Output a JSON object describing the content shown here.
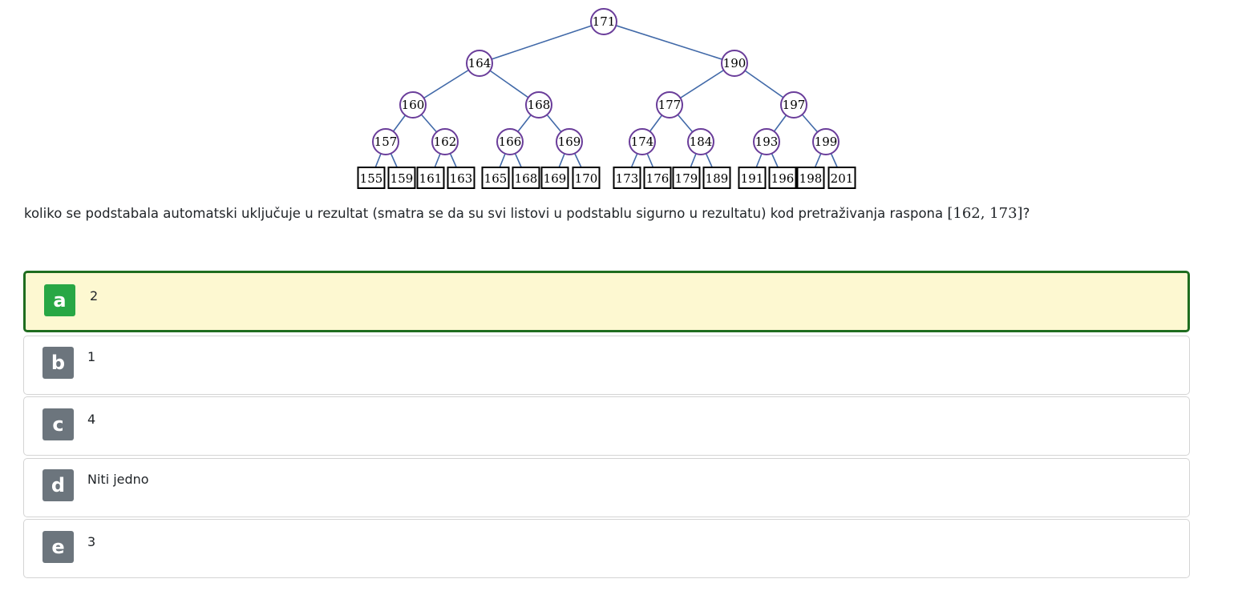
{
  "tree": {
    "nodes": [
      "171",
      "164",
      "190",
      "160",
      "168",
      "177",
      "197",
      "157",
      "162",
      "166",
      "169",
      "174",
      "184",
      "193",
      "199"
    ],
    "leaves": [
      "155",
      "159",
      "161",
      "163",
      "165",
      "168",
      "169",
      "170",
      "173",
      "176",
      "179",
      "189",
      "191",
      "196",
      "198",
      "201"
    ]
  },
  "question": {
    "text": "koliko se podstabala automatski uključuje u rezultat (smatra se da su svi listovi u podstablu sigurno u rezultatu) kod pretraživanja raspona ",
    "range": "[162, 173]",
    "suffix": "?"
  },
  "answers": [
    {
      "letter": "a",
      "text": "2",
      "selected": true
    },
    {
      "letter": "b",
      "text": "1",
      "selected": false
    },
    {
      "letter": "c",
      "text": "4",
      "selected": false
    },
    {
      "letter": "d",
      "text": "Niti jedno",
      "selected": false
    },
    {
      "letter": "e",
      "text": "3",
      "selected": false
    }
  ],
  "colors": {
    "edge": "#4169a8",
    "node_border": "#6a3d9a",
    "selected_bg": "#fdf8d1",
    "selected_border": "#1f6d1f",
    "selected_letter_bg": "#28a745",
    "letter_bg": "#6c757d"
  }
}
